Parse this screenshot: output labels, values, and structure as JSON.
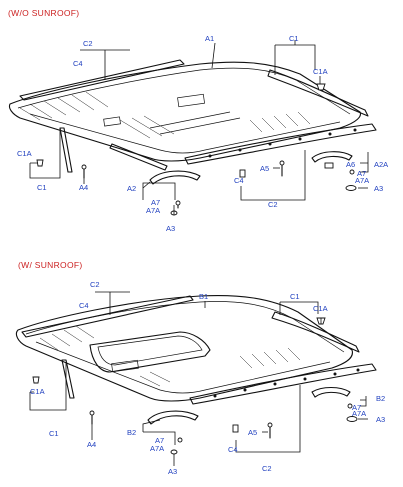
{
  "sections": {
    "top": {
      "title": "(W/O SUNROOF)",
      "labels": {
        "A1": "A1",
        "C2": "C2",
        "C4": "C4",
        "C1": "C1",
        "C1A_top": "C1A",
        "C1A_left": "C1A",
        "C1_left": "C1",
        "A4": "A4",
        "A2": "A2",
        "A7": "A7",
        "A7A": "A7A",
        "A3": "A3",
        "C4_mid": "C4",
        "A5": "A5",
        "C2_bottom": "C2",
        "A6": "A6",
        "A2A": "A2A",
        "A7_right": "A7",
        "A7A_right": "A7A",
        "A3_right": "A3"
      }
    },
    "bottom": {
      "title": "(W/ SUNROOF)",
      "labels": {
        "C2": "C2",
        "C4": "C4",
        "B1": "B1",
        "C1": "C1",
        "C1A_top": "C1A",
        "C1A_left": "C1A",
        "C1_left": "C1",
        "A4": "A4",
        "B2": "B2",
        "A7": "A7",
        "A7A": "A7A",
        "A3": "A3",
        "C4_mid": "C4",
        "A5": "A5",
        "C2_bottom": "C2",
        "B2_right": "B2",
        "A7_right": "A7",
        "A7A_right": "A7A",
        "A3_right": "A3"
      }
    }
  },
  "colors": {
    "title": "#cc2222",
    "label": "#1f3fbf",
    "line": "#111111"
  }
}
